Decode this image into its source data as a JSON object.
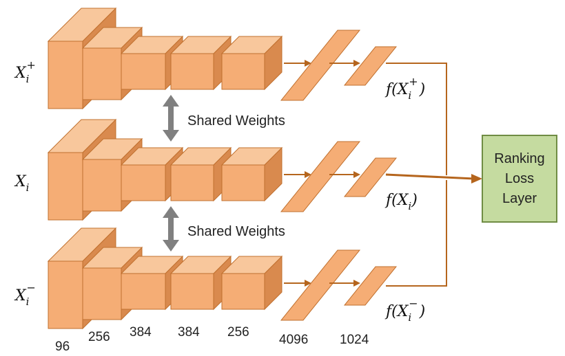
{
  "colors": {
    "block_front": "#f5ad75",
    "block_top": "#f8c79c",
    "block_side": "#d98a4e",
    "block_stroke": "#c0702e",
    "arrow_orange": "#b5651d",
    "shared_arrow": "#808080",
    "loss_fill": "#c5dba0",
    "loss_stroke": "#6f8c43"
  },
  "inputs": {
    "positive": {
      "base": "X",
      "sub": "i",
      "sup": "+"
    },
    "anchor": {
      "base": "X",
      "sub": "i",
      "sup": ""
    },
    "negative": {
      "base": "X",
      "sub": "i",
      "sup": "−"
    }
  },
  "outputs": {
    "positive": {
      "fn": "f(",
      "base": "X",
      "sub": "i",
      "sup": "+",
      "close": ")"
    },
    "anchor": {
      "fn": "f(",
      "base": "X",
      "sub": "i",
      "sup": "",
      "close": ")"
    },
    "negative": {
      "fn": "f(",
      "base": "X",
      "sub": "i",
      "sup": "−",
      "close": ")"
    }
  },
  "shared_weights": [
    "Shared Weights",
    "Shared Weights"
  ],
  "layer_dims": [
    "96",
    "256",
    "384",
    "384",
    "256",
    "4096",
    "1024"
  ],
  "loss_box": [
    "Ranking",
    "Loss",
    "Layer"
  ]
}
